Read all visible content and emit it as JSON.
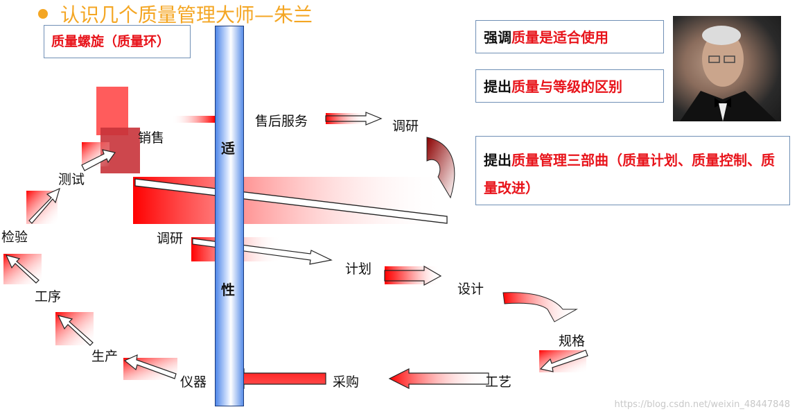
{
  "title": "认识几个质量管理大师—朱兰",
  "spiral_box": "质量螺旋（质量环）",
  "emphasis_1": {
    "prefix": "强调",
    "highlight": "质量是适合使用"
  },
  "emphasis_2": {
    "prefix": "提出",
    "highlight": "质量与等级的区别"
  },
  "emphasis_3": {
    "prefix": "提出",
    "highlight": "质量管理三部曲（质量计划、质量控制、质量改进）"
  },
  "pillar": {
    "top": "适",
    "bottom": "性"
  },
  "stages": {
    "after_sales": "售后服务",
    "research_top": "调研",
    "sales": "销售",
    "test": "测试",
    "inspection": "检验",
    "process": "工序",
    "production": "生产",
    "instrument": "仪器",
    "research": "调研",
    "plan": "计划",
    "design": "设计",
    "spec": "规格",
    "craft": "工艺",
    "purchase": "采购"
  },
  "watermark": "https://blog.csdn.net/weixin_48447848",
  "colors": {
    "accent": "#f4a623",
    "red": "#e8141b",
    "pillar": "#4f86e8",
    "box_border": "#6f8fb5"
  }
}
